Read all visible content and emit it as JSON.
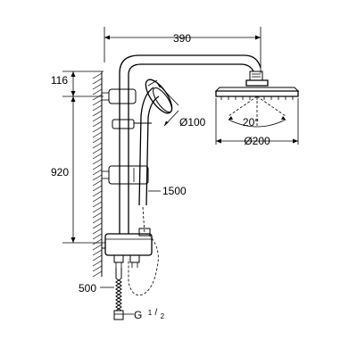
{
  "dimensions": {
    "width_top": "390",
    "height_top": "116",
    "height_main": "920",
    "hand_shower_diameter": "Ø100",
    "hose_length": "1500",
    "head_angle": "20°",
    "head_diameter": "Ø200",
    "supply_length": "500",
    "thread_prefix": "G",
    "thread_num": "1",
    "thread_den": "2"
  },
  "colors": {
    "line": "#000000",
    "background": "#ffffff"
  }
}
